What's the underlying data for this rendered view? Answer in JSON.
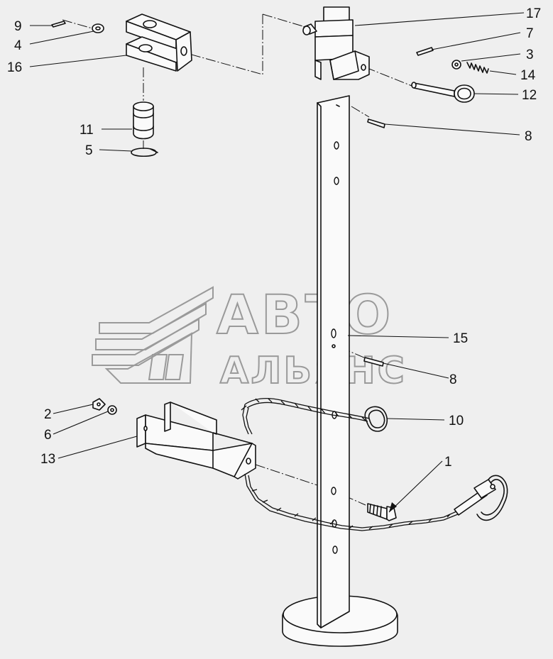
{
  "watermark": {
    "line1": "АВТО",
    "line2": "АЛЬЯНС",
    "color": "#9a9a9a"
  },
  "callouts": {
    "c9": "9",
    "c4": "4",
    "c16": "16",
    "c11": "11",
    "c5": "5",
    "c17": "17",
    "c7": "7",
    "c3": "3",
    "c14": "14",
    "c12": "12",
    "c8a": "8",
    "c15": "15",
    "c8b": "8",
    "c10": "10",
    "c2": "2",
    "c6": "6",
    "c13": "13",
    "c1": "1"
  },
  "colors": {
    "background": "#efefef",
    "line": "#111111"
  }
}
